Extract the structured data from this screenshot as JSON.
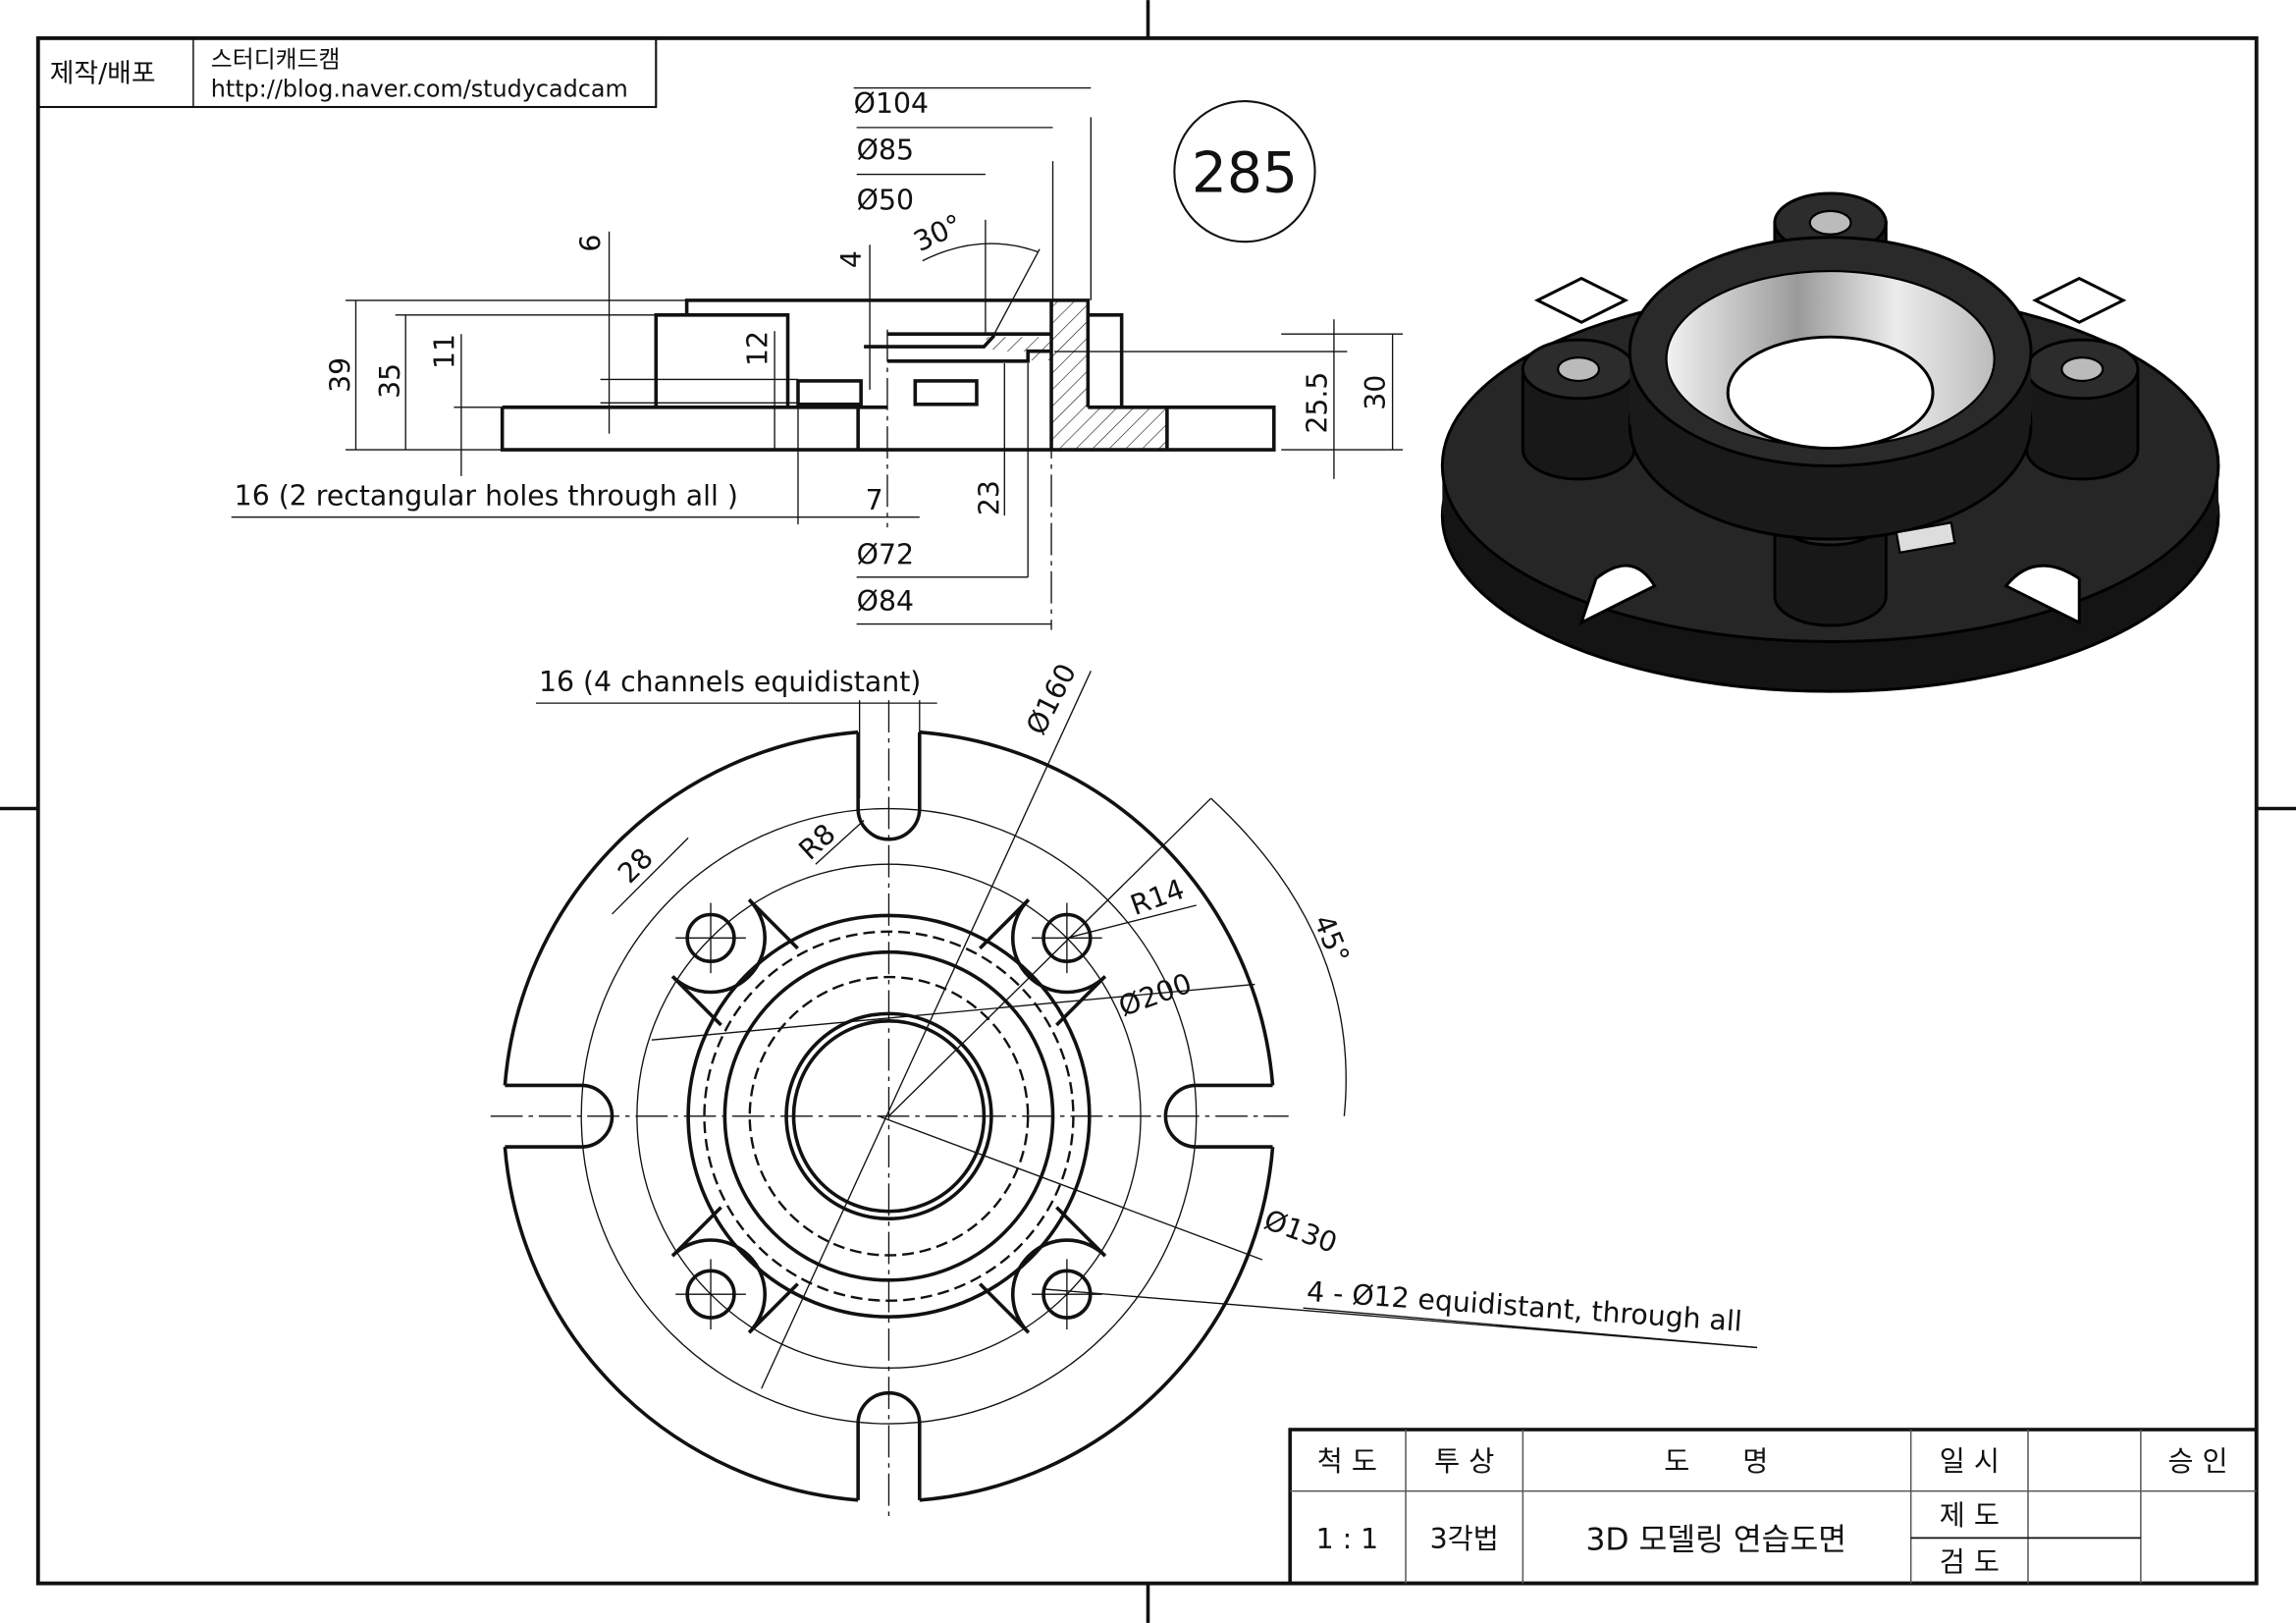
{
  "header": {
    "label": "제작/배포",
    "author": "스터디캐드캠",
    "url": "http://blog.naver.com/studycadcam"
  },
  "drawing_number": "285",
  "side_view": {
    "dims": {
      "d104": "Ø104",
      "d85": "Ø85",
      "d50": "Ø50",
      "angle30": "30°",
      "d4": "4",
      "d6": "6",
      "d39": "39",
      "d35": "35",
      "d11": "11",
      "d12": "12",
      "d25_5": "25.5",
      "d30": "30",
      "d23": "23",
      "d7": "7",
      "d72": "Ø72",
      "d84": "Ø84"
    },
    "note": "16 (2 rectangular holes through all )"
  },
  "top_view": {
    "dims": {
      "channels": "16 (4 channels equidistant)",
      "d160": "Ø160",
      "r8": "R8",
      "d28": "28",
      "r14": "R14",
      "d200": "Ø200",
      "angle45": "45°",
      "d130": "Ø130",
      "holes": "4 - Ø12 equidistant, through all"
    }
  },
  "title_block": {
    "scale_label": "척 도",
    "projection_label": "투 상",
    "name_label": "도      명",
    "date_label": "일 시",
    "approval_label": "승 인",
    "scale_value": "1 : 1",
    "projection_value": "3각법",
    "name_value": "3D 모델링 연습도면",
    "drawn_label": "제 도",
    "checked_label": "검 도"
  },
  "colors": {
    "line": "#111111",
    "model_dark": "#232323",
    "bore_light": "#d8d8d8"
  }
}
